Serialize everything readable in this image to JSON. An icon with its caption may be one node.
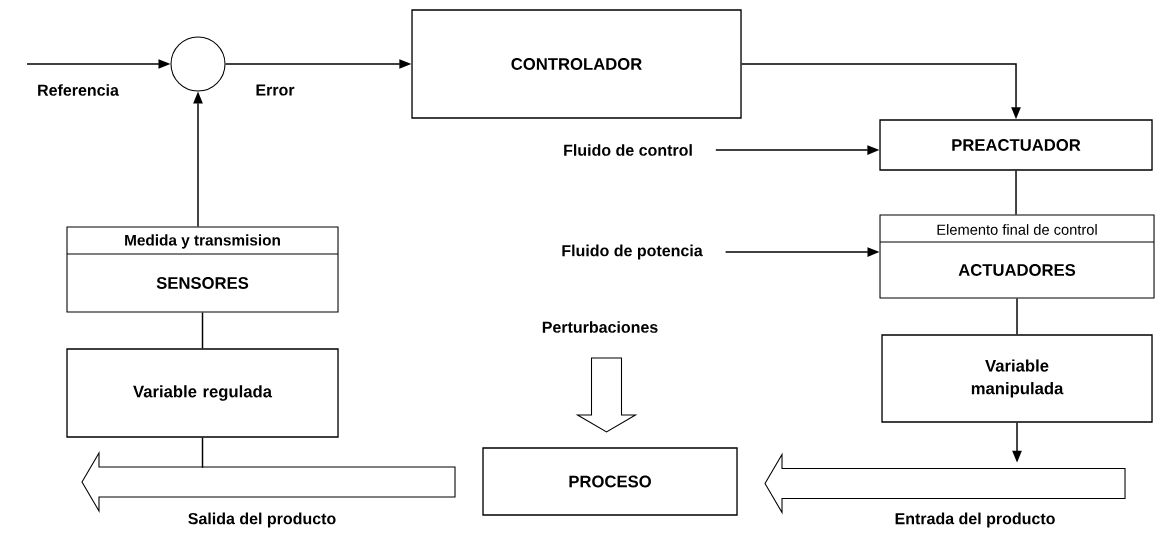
{
  "diagram": {
    "nodes": [
      {
        "text": [],
        "shape": "circle"
      },
      {
        "text": [
          "CONTROLADOR"
        ]
      },
      {
        "text": [
          "PREACTUADOR"
        ]
      },
      {
        "text": [
          "Elemento final de control",
          "ACTUADORES"
        ]
      },
      {
        "text": [
          "Variable manipulada"
        ]
      },
      {
        "text": [
          "PROCESO"
        ]
      },
      {
        "text": [
          "Perturbaciones"
        ]
      },
      {
        "text": [
          "Variable regulada"
        ]
      },
      {
        "text": [
          "Medida y transmision",
          "SENSORES"
        ]
      },
      {
        "text": [
          "Fluido de control"
        ]
      },
      {
        "text": [
          "Fluido de potencia"
        ]
      }
    ],
    "edges": [
      {
        "from": null,
        "to": 0,
        "arrow": "to",
        "label": "Referencia"
      },
      {
        "from": 0,
        "to": 1,
        "arrow": "to",
        "label": "Error"
      },
      {
        "from": 1,
        "to": 2,
        "arrow": "to"
      },
      {
        "from": 9,
        "to": 2,
        "arrow": "to"
      },
      {
        "from": 2,
        "to": 3,
        "arrow": "none"
      },
      {
        "from": 10,
        "to": 3,
        "arrow": "to"
      },
      {
        "from": 3,
        "to": 4,
        "arrow": "none"
      },
      {
        "from": 4,
        "to": null,
        "arrow": "to"
      },
      {
        "from": null,
        "to": 5,
        "arrow": "to",
        "style": "thick",
        "label": "Entrada del producto"
      },
      {
        "from": 6,
        "to": 5,
        "arrow": "to",
        "style": "thick"
      },
      {
        "from": 5,
        "to": null,
        "arrow": "to",
        "style": "thick",
        "label": "Salida del producto"
      },
      {
        "from": 7,
        "to": null,
        "arrow": "none"
      },
      {
        "from": 8,
        "to": 7,
        "arrow": "none"
      },
      {
        "from": 8,
        "to": 0,
        "arrow": "to"
      }
    ]
  }
}
